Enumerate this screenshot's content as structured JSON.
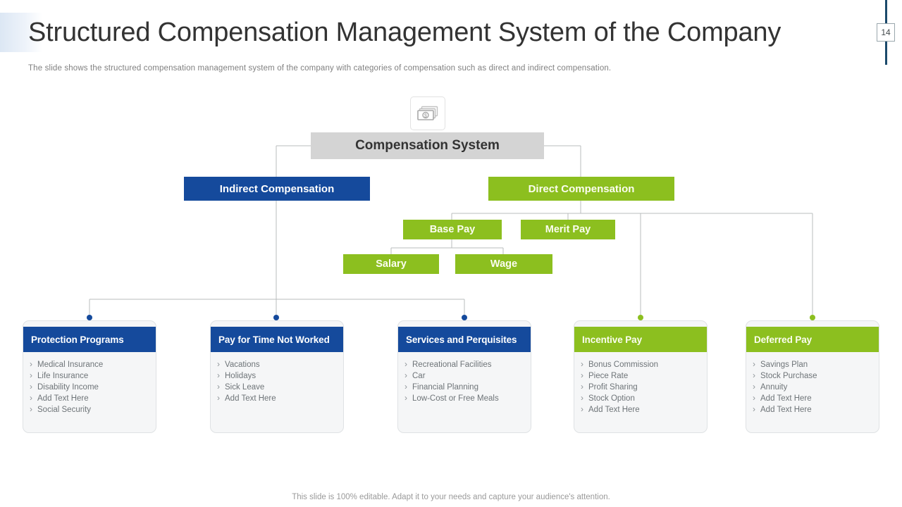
{
  "header": {
    "title": "Structured Compensation Management System of the Company",
    "subtitle": "The slide shows the structured compensation management system of the company with categories of compensation such as direct and indirect compensation.",
    "page_number": "14"
  },
  "diagram": {
    "icon": "money-stack-icon",
    "root": {
      "label": "Compensation System",
      "color": "#d4d4d4"
    },
    "branches": [
      {
        "label": "Indirect Compensation",
        "color": "#154a9c"
      },
      {
        "label": "Direct Compensation",
        "color": "#8cbf1f"
      }
    ],
    "sub_nodes": [
      {
        "label": "Base Pay",
        "color": "#8cbf1f"
      },
      {
        "label": "Merit Pay",
        "color": "#8cbf1f"
      },
      {
        "label": "Salary",
        "color": "#8cbf1f"
      },
      {
        "label": "Wage",
        "color": "#8cbf1f"
      }
    ],
    "colors": {
      "blue": "#154a9c",
      "green": "#8cbf1f",
      "gray": "#d4d4d4",
      "connector": "#b9bcbe"
    }
  },
  "cards": [
    {
      "title": "Protection Programs",
      "accent": "#154a9c",
      "items": [
        "Medical Insurance",
        "Life Insurance",
        "Disability Income",
        "Add Text Here",
        "Social Security"
      ]
    },
    {
      "title": "Pay for Time Not Worked",
      "accent": "#154a9c",
      "items": [
        "Vacations",
        "Holidays",
        "Sick Leave",
        "Add Text Here"
      ]
    },
    {
      "title": "Services and Perquisites",
      "accent": "#154a9c",
      "items": [
        "Recreational Facilities",
        "Car",
        "Financial Planning",
        "Low-Cost or Free Meals"
      ]
    },
    {
      "title": "Incentive Pay",
      "accent": "#8cbf1f",
      "items": [
        "Bonus Commission",
        "Piece Rate",
        "Profit Sharing",
        "Stock Option",
        "Add Text Here"
      ]
    },
    {
      "title": "Deferred Pay",
      "accent": "#8cbf1f",
      "items": [
        "Savings Plan",
        "Stock Purchase",
        "Annuity",
        "Add Text Here",
        "Add Text Here"
      ]
    }
  ],
  "footer": {
    "note": "This slide is 100% editable. Adapt it to your needs and capture your audience's attention."
  }
}
